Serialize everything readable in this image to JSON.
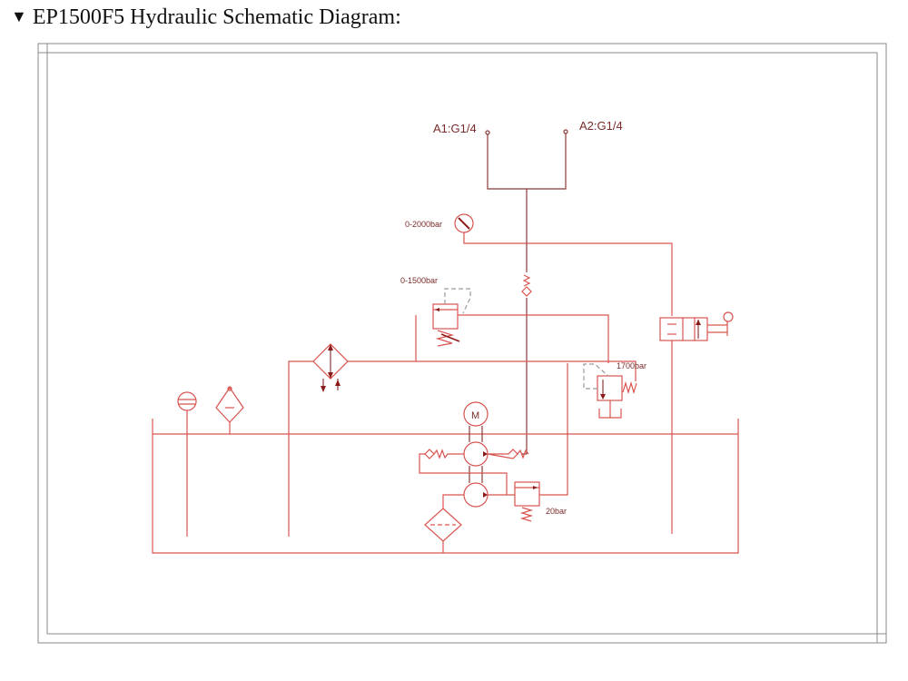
{
  "heading": {
    "marker": "▼",
    "title": "EP1500F5 Hydraulic Schematic Diagram:"
  },
  "diagram": {
    "colors": {
      "line": "#d9534f",
      "text": "#7a2a2a",
      "frame": "#888888"
    },
    "ports": {
      "a1": "A1:G1/4",
      "a2": "A2:G1/4"
    },
    "gauge_label": "0-2000bar",
    "relief_adjustable_label": "0-1500bar",
    "relief_fixed_label": "1700bar",
    "low_relief_label": "20bar",
    "motor_label": "M"
  }
}
